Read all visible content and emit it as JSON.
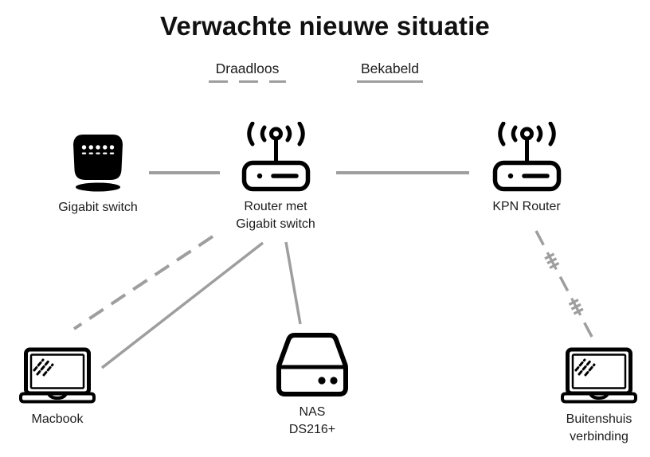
{
  "title": "Verwachte nieuwe situatie",
  "legend": {
    "wireless": {
      "label": "Draadloos",
      "style": "dashed"
    },
    "wired": {
      "label": "Bekabeld",
      "style": "solid"
    }
  },
  "colors": {
    "line_gray": "#9e9e9e",
    "icon_black": "#000000",
    "text_dark": "#1c1c1c"
  },
  "nodes": {
    "gigabit_switch": {
      "label": "Gigabit switch",
      "icon": "switch-icon"
    },
    "router": {
      "label_line1": "Router met",
      "label_line2": "Gigabit switch",
      "icon": "wireless-router-icon"
    },
    "kpn_router": {
      "label": "KPN Router",
      "icon": "wireless-router-icon"
    },
    "macbook": {
      "label": "Macbook",
      "icon": "laptop-icon"
    },
    "nas": {
      "label_line1": "NAS",
      "label_line2": "DS216+",
      "icon": "nas-icon"
    },
    "buitenshuis": {
      "label_line1": "Buitenshuis",
      "label_line2": "verbinding",
      "icon": "laptop-icon"
    }
  },
  "connections": [
    {
      "from": "gigabit_switch",
      "to": "router",
      "type": "bekabeld"
    },
    {
      "from": "router",
      "to": "kpn_router",
      "type": "bekabeld"
    },
    {
      "from": "router",
      "to": "macbook",
      "type": "draadloos"
    },
    {
      "from": "router",
      "to": "macbook",
      "type": "bekabeld"
    },
    {
      "from": "router",
      "to": "nas",
      "type": "bekabeld"
    },
    {
      "from": "kpn_router",
      "to": "buitenshuis",
      "type": "draadloos-extern"
    }
  ]
}
